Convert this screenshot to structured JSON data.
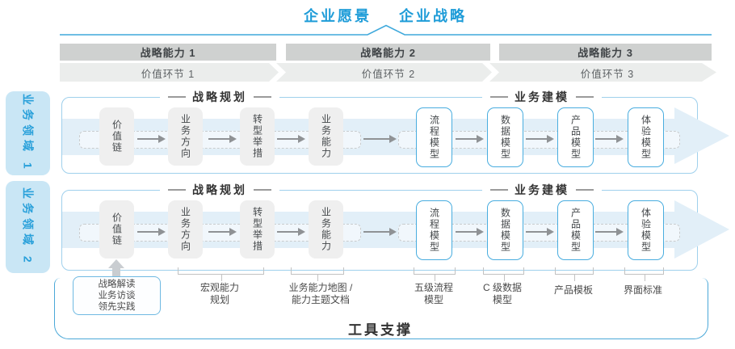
{
  "header": {
    "vision_label": "企业愿景",
    "strategy_label": "企业战略"
  },
  "strategic_capabilities": [
    {
      "label": "战略能力 1"
    },
    {
      "label": "战略能力 2"
    },
    {
      "label": "战略能力 3"
    }
  ],
  "value_links": [
    {
      "label": "价值环节 1"
    },
    {
      "label": "价值环节 2"
    },
    {
      "label": "价值环节 3"
    }
  ],
  "business_domains": [
    {
      "label": "业务领域 1"
    },
    {
      "label": "业务领域 2"
    }
  ],
  "row": {
    "planning_title": "战略规划",
    "modeling_title": "业务建模",
    "planning_boxes": [
      {
        "label": "价值链"
      },
      {
        "label": "业务方向"
      },
      {
        "label": "转型举措"
      },
      {
        "label": "业务能力"
      }
    ],
    "modeling_boxes": [
      {
        "label": "流程模型"
      },
      {
        "label": "数据模型"
      },
      {
        "label": "产品模型"
      },
      {
        "label": "体验模型"
      }
    ]
  },
  "annotations": {
    "practice_box": "战略解读\n业务访谈\n领先实践",
    "macro_capability": "宏观能力\n规划",
    "capability_map": "业务能力地图 /\n能力主题文档",
    "process_model": "五级流程\n模型",
    "data_model": "C 级数据\n模型",
    "product_template": "产品模板",
    "ui_standard": "界面标准"
  },
  "footer": {
    "tool_support_label": "工具支撑"
  },
  "colors": {
    "accent_blue": "#1E9CD8",
    "tab_fill": "#C9E6F5",
    "container_border": "#9FD0EC",
    "bar_gray": "#CFD1D0",
    "chevron_band_gray": "#EBEDEC",
    "box_gray": "#EFEFEF",
    "arrow_gray": "#8F9295",
    "flow_band_blue": "#E2EFF8",
    "blue_box_border": "#49ADDF"
  }
}
